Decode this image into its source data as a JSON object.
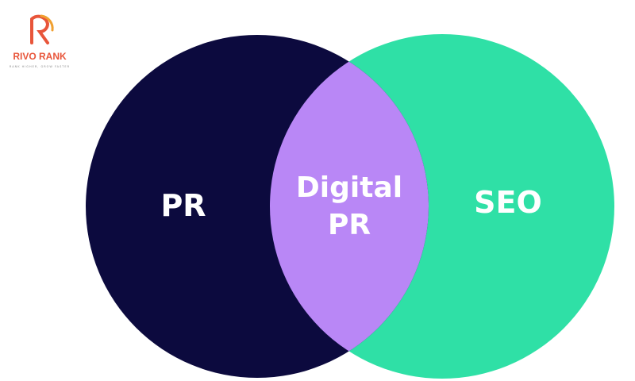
{
  "logo": {
    "brand": "RIVO RANK",
    "tagline": "RANK HIGHER, GROW FASTER"
  },
  "diagram": {
    "left_label": "PR",
    "right_label": "SEO",
    "overlap_label_line1": "Digital",
    "overlap_label_line2": "PR",
    "colors": {
      "left": "#0c0a3e",
      "right": "#2fe0a6",
      "overlap": "#b987f6",
      "text": "#ffffff"
    }
  }
}
